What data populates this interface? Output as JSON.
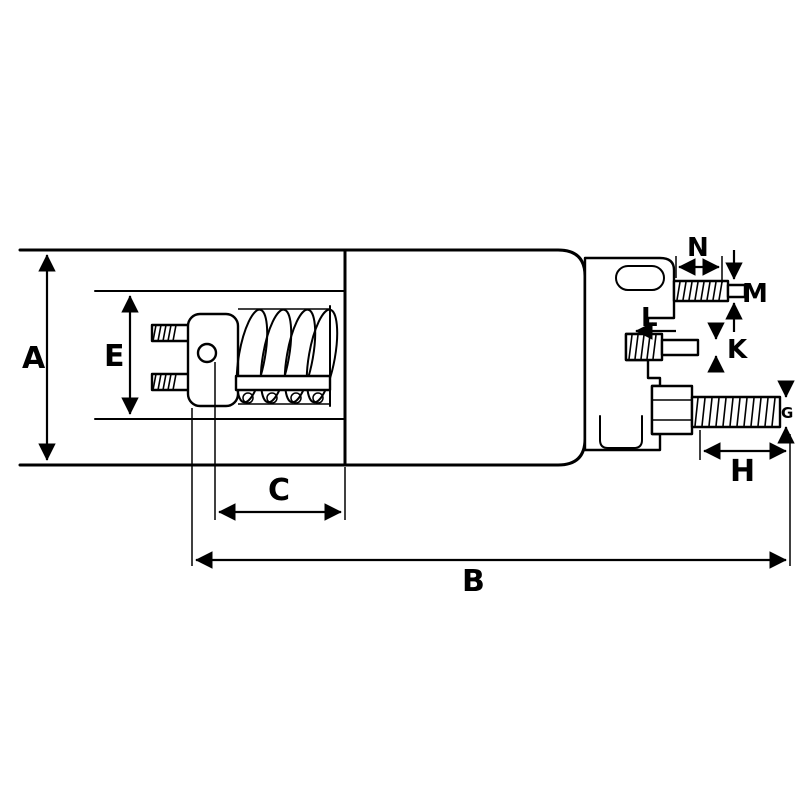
{
  "diagram": {
    "type": "technical-drawing",
    "subject": "starter solenoid cross-section with dimension annotations",
    "background": "#ffffff",
    "line_color": "#000000",
    "labels": {
      "A": "A",
      "B": "B",
      "C": "C",
      "E": "E",
      "G": "G",
      "H": "H",
      "K": "K",
      "L": "L",
      "M": "M",
      "N": "N"
    }
  }
}
